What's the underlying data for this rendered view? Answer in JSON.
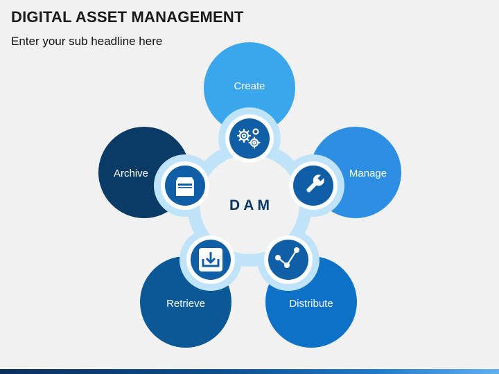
{
  "header": {
    "title": "DIGITAL ASSET MANAGEMENT",
    "subtitle": "Enter your sub headline here"
  },
  "center": {
    "label": "D A M"
  },
  "colors": {
    "ring": "#bfe3f8",
    "ring_inner_bg": "#f1f1f1",
    "icon_disc": "#0f5ea6",
    "petal_create": "#3aa6ec",
    "petal_manage": "#2c8fe3",
    "petal_distribute": "#0d71c7",
    "petal_retrieve": "#0b5896",
    "petal_archive": "#0a3a66",
    "dam_text": "#0a3763"
  },
  "petals": [
    {
      "key": "create",
      "label": "Create",
      "icon": "gears-icon"
    },
    {
      "key": "manage",
      "label": "Manage",
      "icon": "wrench-icon"
    },
    {
      "key": "distribute",
      "label": "Distribute",
      "icon": "network-share-icon"
    },
    {
      "key": "retrieve",
      "label": "Retrieve",
      "icon": "download-tray-icon"
    },
    {
      "key": "archive",
      "label": "Archive",
      "icon": "archive-box-icon"
    }
  ]
}
